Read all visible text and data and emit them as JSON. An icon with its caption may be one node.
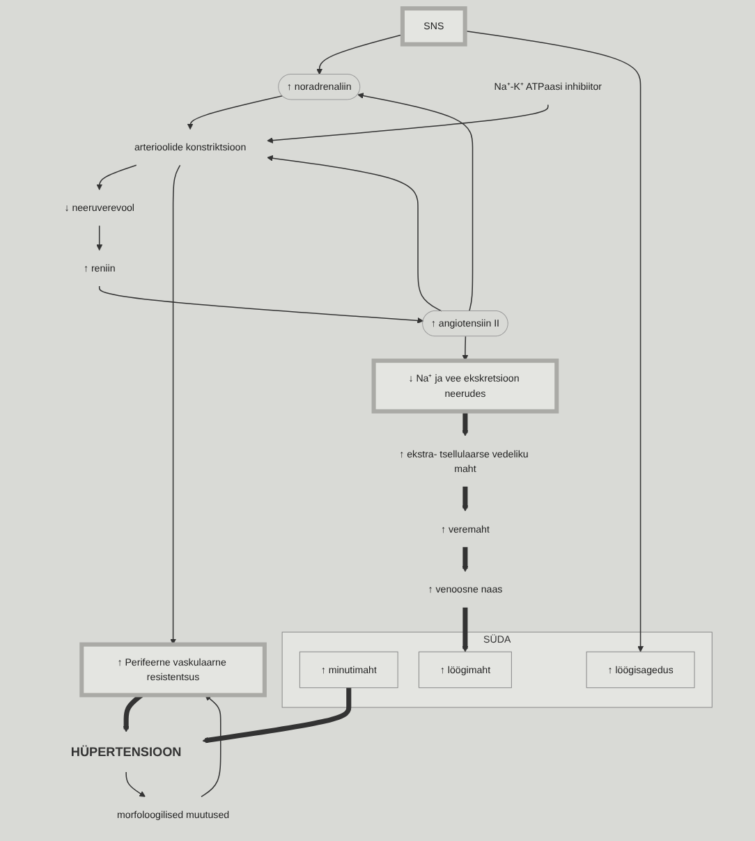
{
  "diagram": {
    "nodes": [
      {
        "text": [
          "SNS"
        ]
      },
      {
        "text": [
          "↓ neeruverevool"
        ]
      },
      {
        "text": [
          "↑ noradrenaliin"
        ]
      },
      {
        "text": [
          "↑ reniin"
        ]
      },
      {
        "text": [
          "↑ angiotensiin II"
        ]
      },
      {
        "text": [
          "arterioolide konstriktsioon"
        ]
      },
      {
        "text": [
          "Na⁺-K⁺ ATPaasi inhibiitor"
        ]
      },
      {
        "text": [
          "↓ Na⁺ ja vee ekskretsioon neerudes"
        ]
      },
      {
        "text": [
          "↑ Perifeerne vaskulaarne resistentsus"
        ]
      },
      {
        "text": [
          "morfoloogilised muutused"
        ]
      },
      {
        "text": [
          "↑ ekstra- tsellulaarse vedeliku maht"
        ]
      },
      {
        "text": [
          "HÜPERTENSIOON"
        ]
      },
      {
        "text": [
          "↑ veremaht"
        ]
      },
      {
        "text": [
          "↑ venoosne naas"
        ]
      },
      {
        "text": [
          "SÜDA"
        ]
      },
      {
        "text": [
          "↑ minutimaht"
        ],
        "in": 14
      },
      {
        "text": [
          "↑ löögimaht"
        ],
        "in": 14
      },
      {
        "text": [
          "↑ löögisagedus"
        ],
        "in": 14
      }
    ],
    "edges": [
      {
        "from": 0,
        "to": 2,
        "arrow": "to"
      },
      {
        "from": 0,
        "to": 17,
        "arrow": "to"
      },
      {
        "from": 1,
        "to": 3,
        "arrow": "to"
      },
      {
        "from": 3,
        "to": 4,
        "arrow": "to"
      },
      {
        "from": 2,
        "to": 5,
        "arrow": "to"
      },
      {
        "from": 5,
        "to": 1,
        "arrow": "to"
      },
      {
        "from": 4,
        "to": 2,
        "arrow": "to"
      },
      {
        "from": 4,
        "to": 5,
        "arrow": "to"
      },
      {
        "from": 6,
        "to": 5,
        "arrow": "to"
      },
      {
        "from": 4,
        "to": 7,
        "arrow": "to"
      },
      {
        "from": 5,
        "to": 8,
        "arrow": "to"
      },
      {
        "from": 9,
        "to": 8,
        "arrow": "to"
      },
      {
        "from": 11,
        "to": 9,
        "arrow": "to"
      },
      {
        "from": 7,
        "to": 10,
        "arrow": "to",
        "style": "thick"
      },
      {
        "from": 8,
        "to": 11,
        "arrow": "to",
        "style": "thick"
      },
      {
        "from": 10,
        "to": 12,
        "arrow": "to",
        "style": "thick"
      },
      {
        "from": 12,
        "to": 13,
        "arrow": "to",
        "style": "thick"
      },
      {
        "from": 13,
        "to": 16,
        "arrow": "to",
        "style": "thick"
      },
      {
        "from": 15,
        "to": 11,
        "arrow": "to",
        "style": "thick"
      }
    ]
  }
}
